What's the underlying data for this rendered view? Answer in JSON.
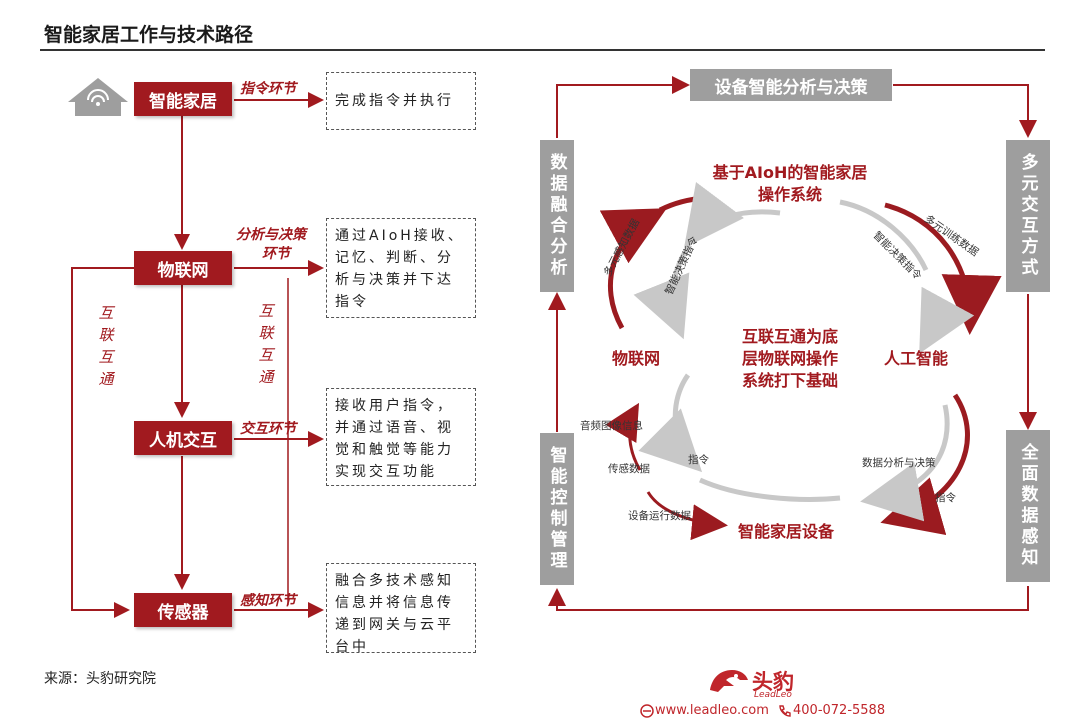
{
  "title": "智能家居工作与技术路径",
  "left": {
    "nodes": {
      "smart_home": "智能家居",
      "iot": "物联网",
      "hci": "人机交互",
      "sensor": "传感器"
    },
    "edge_labels": {
      "instruction": "指令环节",
      "analysis_line1": "分析与决策",
      "analysis_line2": "环节",
      "interaction": "交互环节",
      "perception": "感知环节"
    },
    "vertical_labels": {
      "left": [
        "互",
        "联",
        "互",
        "通"
      ],
      "right": [
        "互",
        "联",
        "互",
        "通"
      ]
    },
    "descriptions": {
      "instruction": "完成指令并执行",
      "analysis": "通过AIoH接收、记忆、判断、分析与决策并下达指令",
      "interaction": "接收用户指令，并通过语音、视觉和触觉等能力实现交互功能",
      "perception": "融合多技术感知信息并将信息传递到网关与云平台中"
    }
  },
  "right": {
    "top_box": "设备智能分析与决策",
    "left_top_box": "数据融合分析",
    "left_bottom_box": "智能控制管理",
    "right_top_box": "多元交互方式",
    "right_bottom_box": "全面数据感知",
    "circle": {
      "top_line1": "基于AIoH的智能家居",
      "top_line2": "操作系统",
      "left": "物联网",
      "right": "人工智能",
      "bottom": "智能家居设备",
      "center_line1": "互联互通为底",
      "center_line2": "层物联网操作",
      "center_line3": "系统打下基础"
    },
    "small_labels": {
      "multi_perception": "多元感知数据",
      "smart_decision_cmd_left": "智能决策指令",
      "multi_training": "多元训练数据",
      "smart_decision_cmd_right": "智能决策指令",
      "audio_image": "音频图像信息",
      "sensor_data": "传感数据",
      "device_run": "设备运行数据",
      "instruction_left": "指令",
      "data_analysis": "数据分析与决策",
      "instruction_right": "指令"
    }
  },
  "footer": {
    "source": "来源：头豹研究院",
    "brand": "头豹",
    "brand_sub": "LeadLeo",
    "website": "www.leadleo.com",
    "phone": "400-072-5588"
  },
  "colors": {
    "accent": "#a11a1f",
    "gray_box": "#9e9e9e"
  }
}
